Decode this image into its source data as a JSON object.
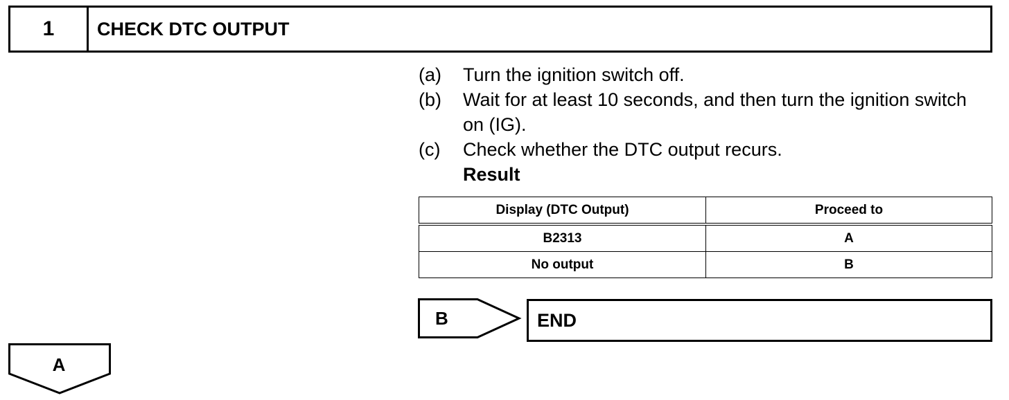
{
  "step": {
    "number": "1",
    "title": "CHECK DTC OUTPUT"
  },
  "instructions": [
    {
      "label": "(a)",
      "text": "Turn the ignition switch off."
    },
    {
      "label": "(b)",
      "text": "Wait for at least 10 seconds, and then turn the ignition switch on (IG)."
    },
    {
      "label": "(c)",
      "text": "Check whether the DTC output recurs."
    }
  ],
  "result": {
    "heading": "Result",
    "headers": [
      "Display (DTC Output)",
      "Proceed to"
    ],
    "rows": [
      [
        "B2313",
        "A"
      ],
      [
        "No output",
        "B"
      ]
    ]
  },
  "branch_b": {
    "label": "B",
    "target": "END"
  },
  "branch_a": {
    "label": "A"
  }
}
